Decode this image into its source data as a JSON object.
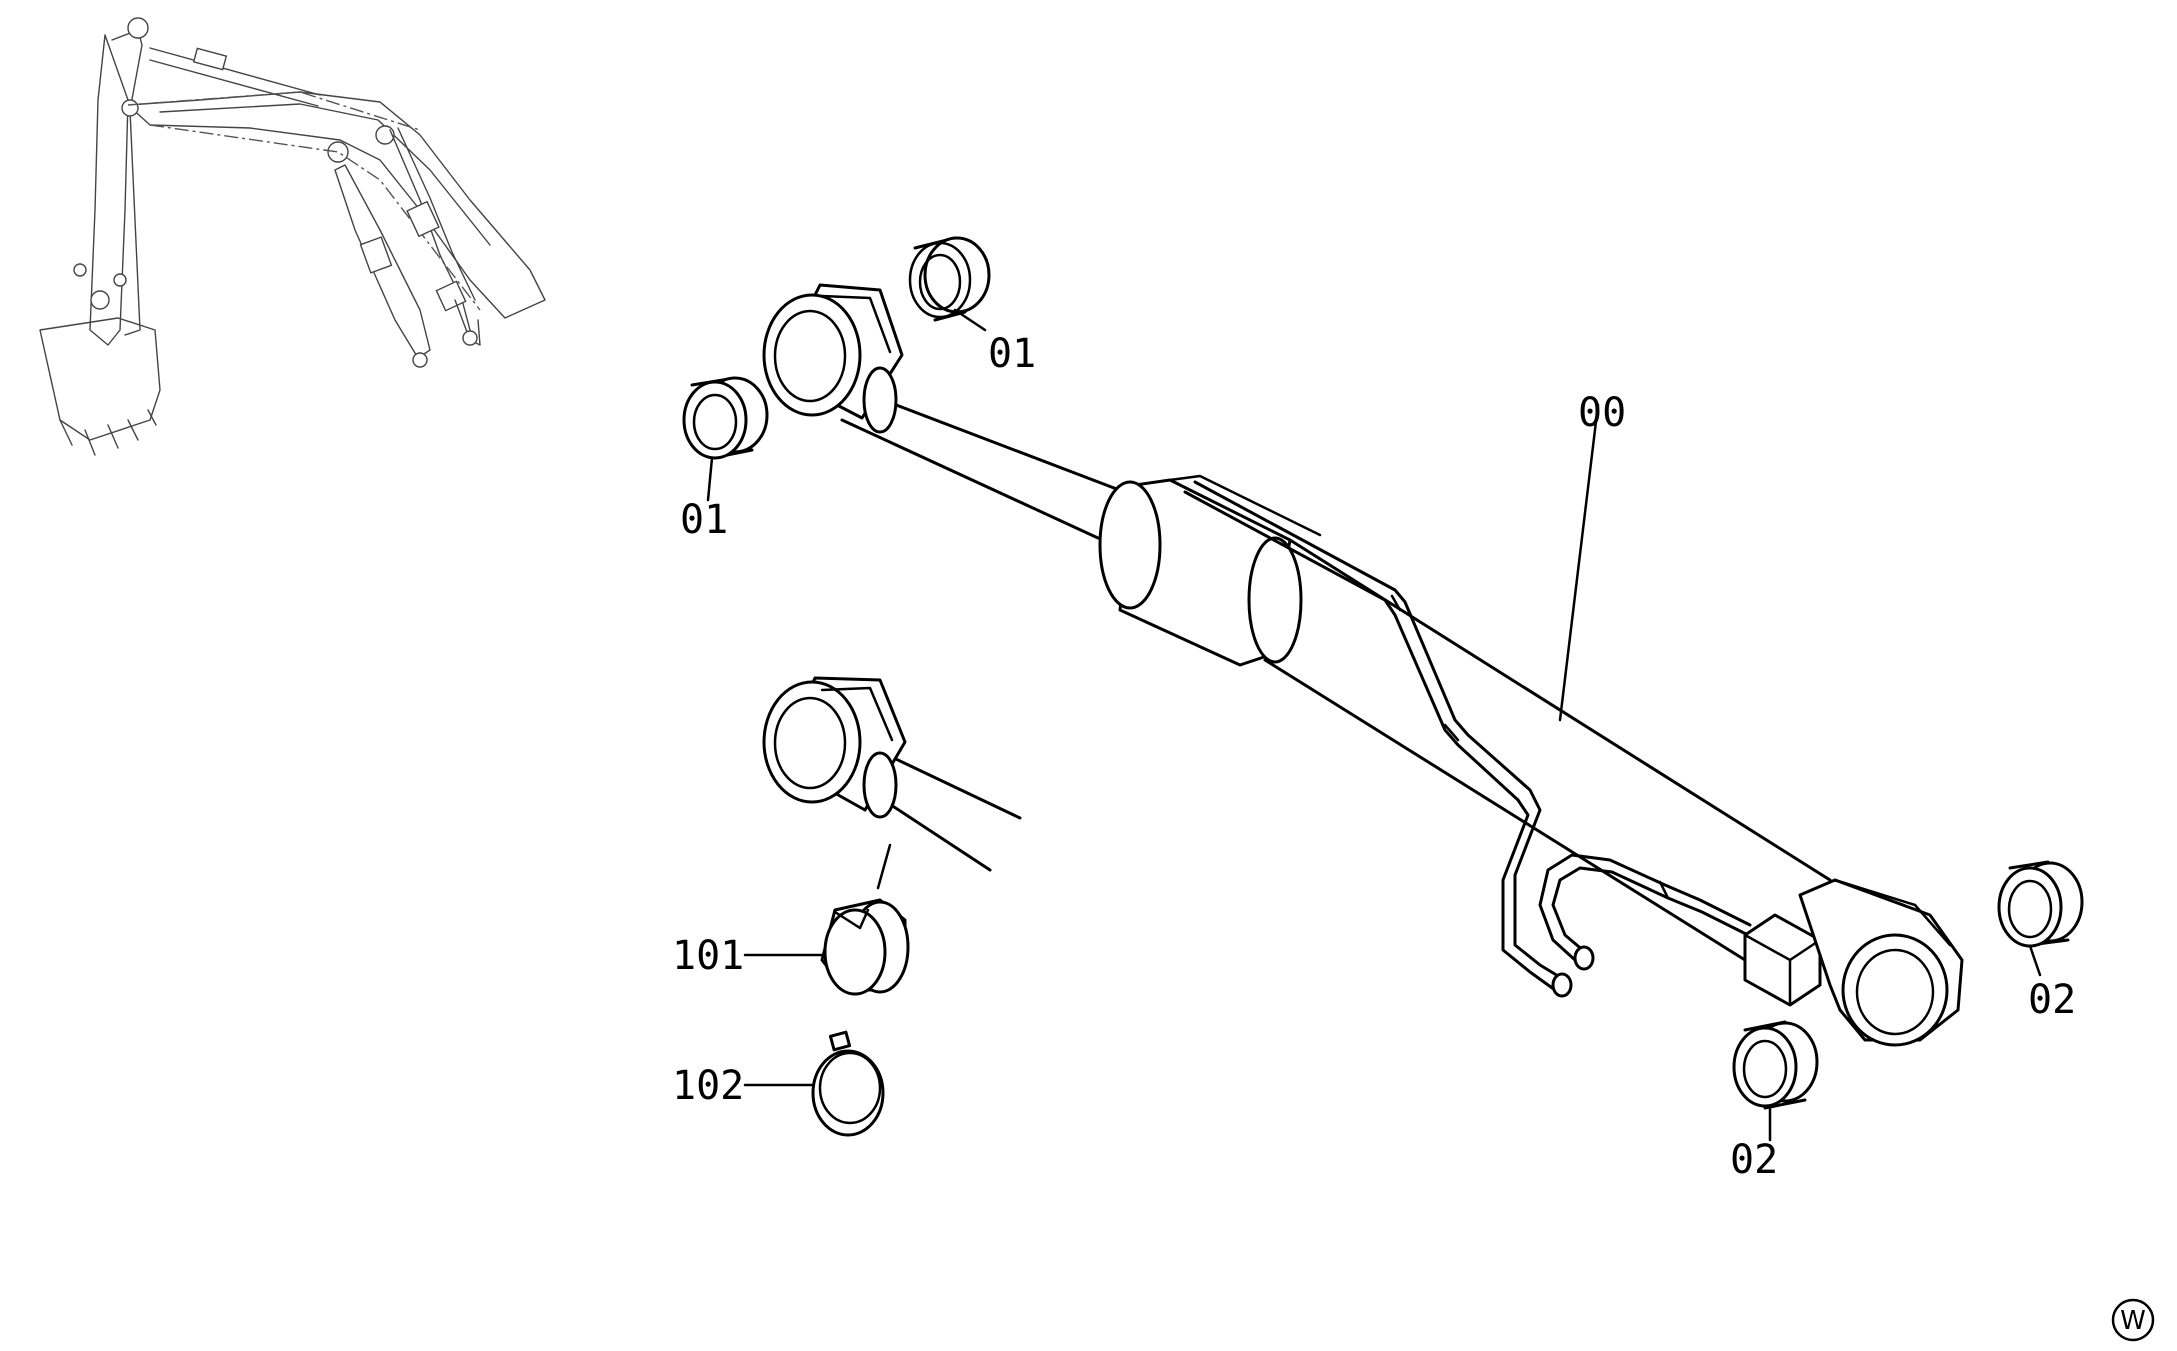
{
  "diagram": {
    "callouts": {
      "main_assembly": "00",
      "top_bushing_right": "01",
      "top_bushing_left": "01",
      "bottom_bushing_right": "02",
      "bottom_bushing_left": "02",
      "dust_seal": "101",
      "band": "102"
    },
    "watermark": "W"
  }
}
